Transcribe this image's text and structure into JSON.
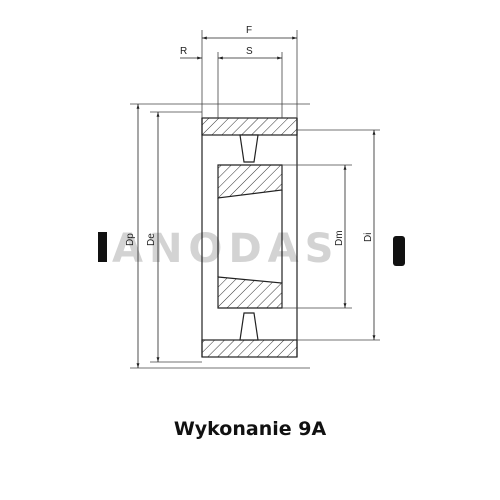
{
  "dimensions": {
    "F": "F",
    "R": "R",
    "S": "S",
    "Dp": "Dp",
    "De": "De",
    "Dm": "Dm",
    "Di": "Di"
  },
  "watermark": {
    "text": "ANODAS",
    "color": "#d3d3d3"
  },
  "caption": "Wykonanie 9A"
}
